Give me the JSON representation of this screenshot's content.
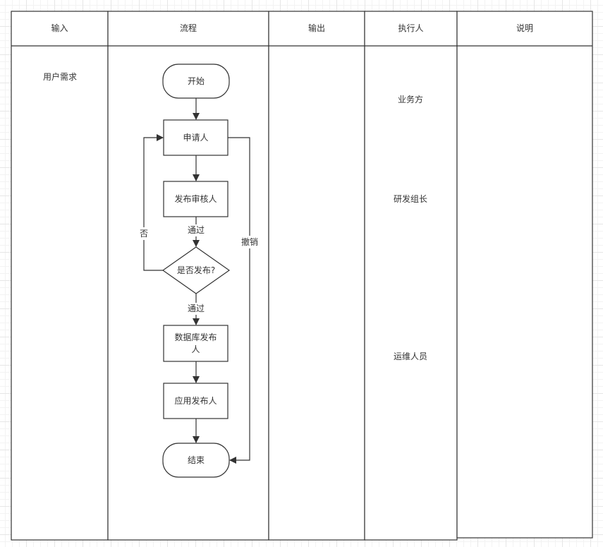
{
  "lanes": {
    "headers": [
      "输入",
      "流程",
      "输出",
      "执行人",
      "说明"
    ]
  },
  "input": {
    "text": "用户需求"
  },
  "executor": {
    "items": [
      "业务方",
      "研发组长",
      "运维人员"
    ]
  },
  "flow": {
    "start": "开始",
    "applicant": "申请人",
    "reviewer": "发布审核人",
    "decision": "是否发布?",
    "db_publisher": "数据库发布人",
    "app_publisher": "应用发布人",
    "end": "结束"
  },
  "edges": {
    "pass_1": "通过",
    "pass_2": "通过",
    "no": "否",
    "revoke": "撤销"
  },
  "colors": {
    "stroke": "#333333",
    "text": "#333333",
    "fill": "#ffffff"
  }
}
